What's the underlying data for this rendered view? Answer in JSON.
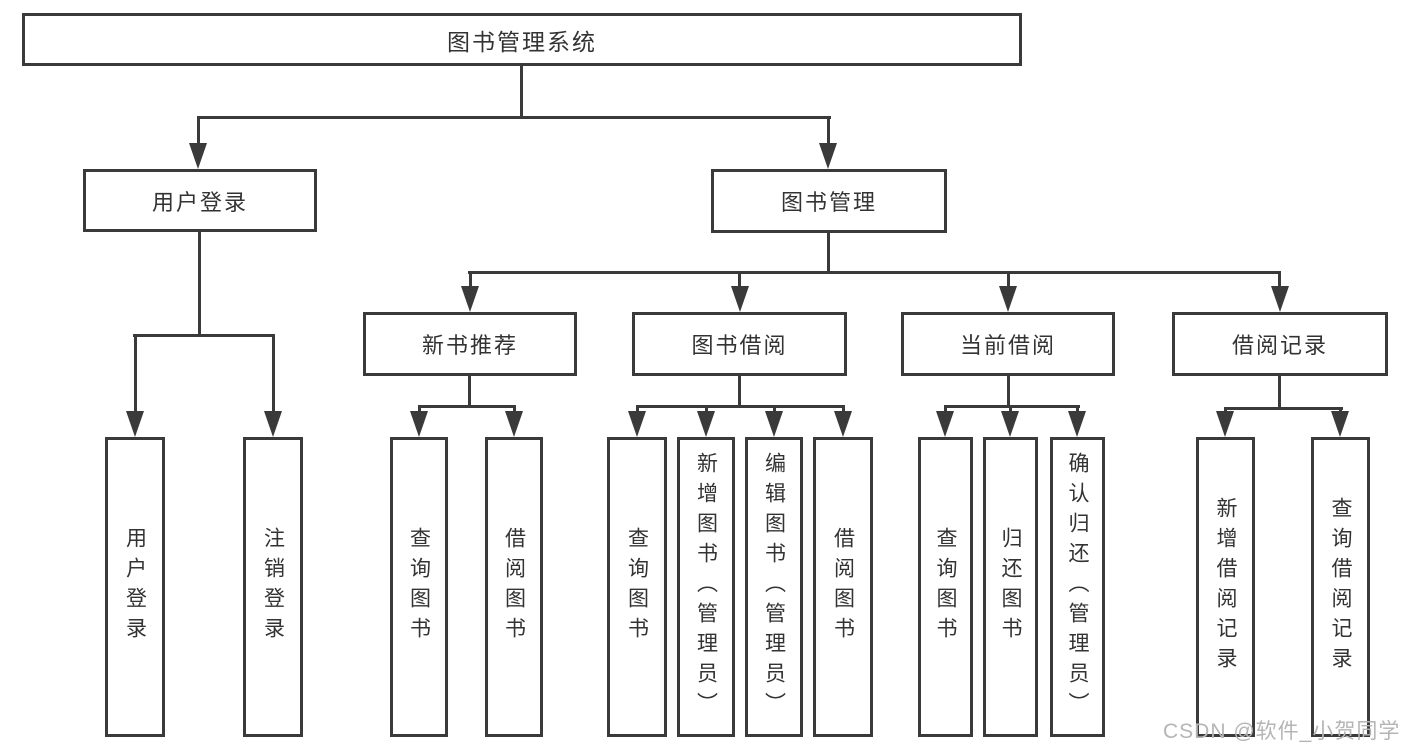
{
  "nodes": {
    "root": "图书管理系统",
    "user_login": "用户登录",
    "book_mgmt": "图书管理",
    "new_books": "新书推荐",
    "book_borrow": "图书借阅",
    "current_borrow": "当前借阅",
    "borrow_records": "借阅记录",
    "leaves": {
      "user_login": [
        "用户登录",
        "注销登录"
      ],
      "new_books": [
        "查询图书",
        "借阅图书"
      ],
      "book_borrow": [
        "查询图书",
        "新增图书（管理员）",
        "编辑图书（管理员）",
        "借阅图书"
      ],
      "current_borrow": [
        "查询图书",
        "归还图书",
        "确认归还（管理员）"
      ],
      "borrow_records": [
        "新增借阅记录",
        "查询借阅记录"
      ]
    }
  },
  "watermark": "CSDN @软件_小贺同学",
  "colors": {
    "line": "#3a3a3a",
    "text": "#333333",
    "watermark": "#b5b5b5",
    "background": "#ffffff"
  }
}
